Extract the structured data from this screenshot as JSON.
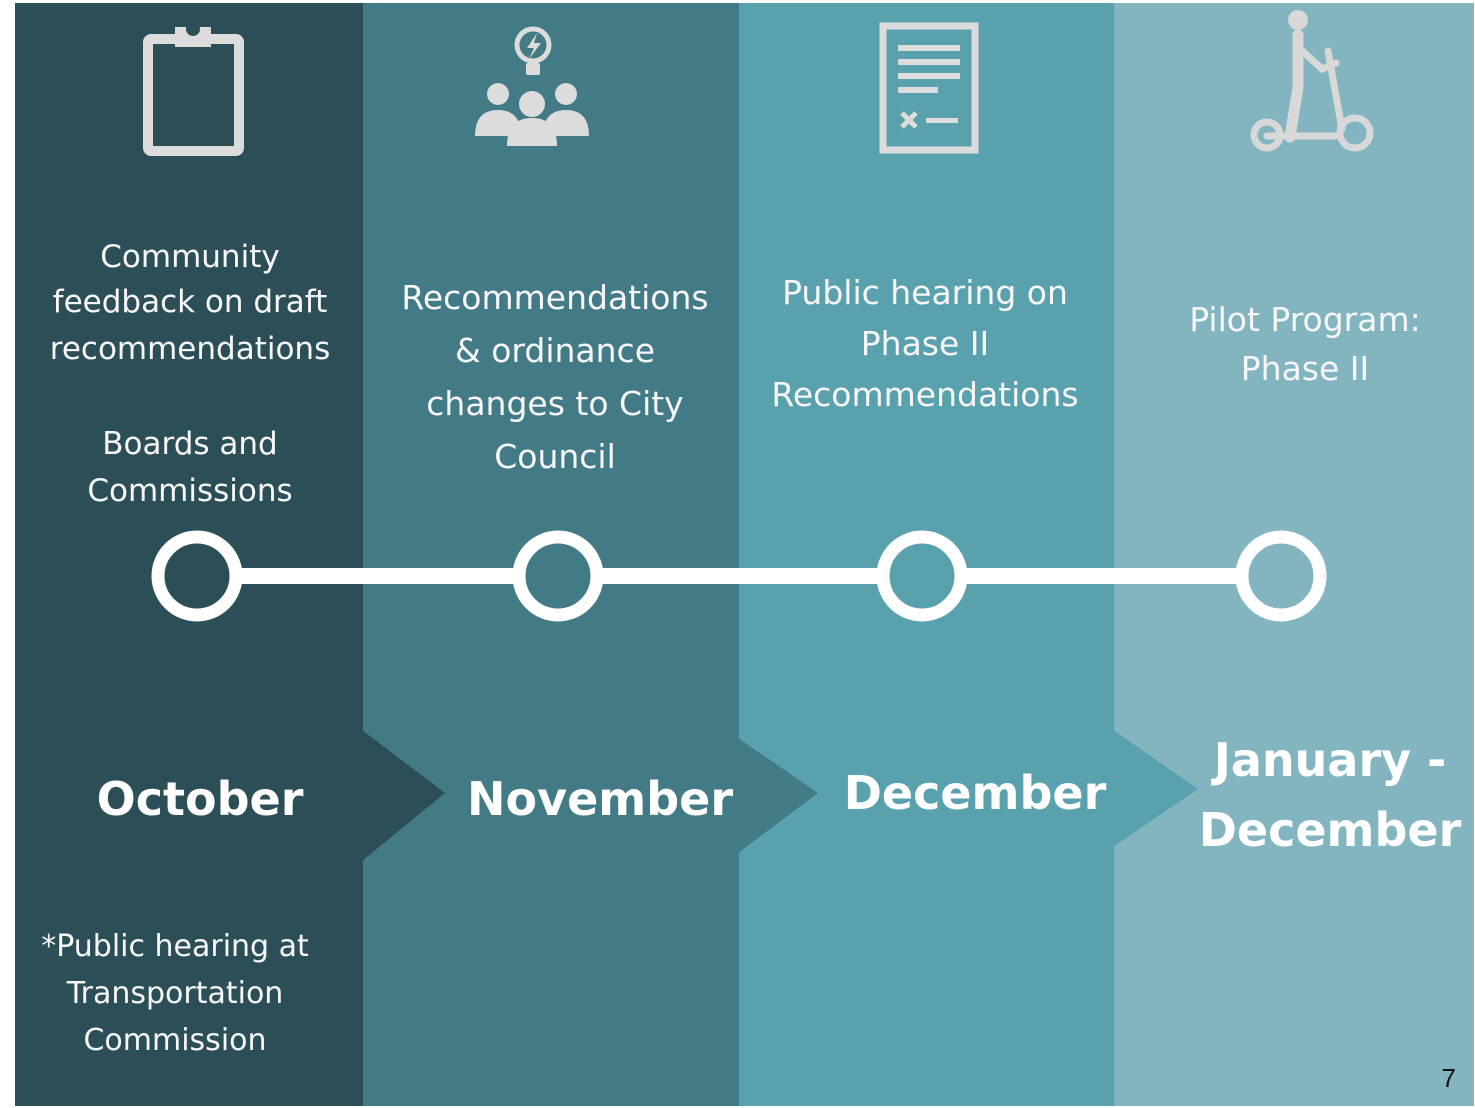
{
  "columns": [
    {
      "description": [
        "Community",
        "feedback on draft",
        "recommendations"
      ],
      "sub_description": [
        "Boards and",
        "Commissions"
      ],
      "month": [
        "October"
      ],
      "note": [
        "*Public hearing at",
        "Transportation",
        "Commission"
      ],
      "icon": "clipboard-icon"
    },
    {
      "description": [
        "Recommendations",
        "& ordinance",
        "changes to City",
        "Council"
      ],
      "month": [
        "November"
      ],
      "icon": "team-idea-icon"
    },
    {
      "description": [
        "Public hearing on",
        "Phase II",
        "Recommendations"
      ],
      "month": [
        "December"
      ],
      "icon": "document-icon"
    },
    {
      "description": [
        "Pilot Program:",
        "Phase II"
      ],
      "month": [
        "January -",
        "December"
      ],
      "icon": "scooter-icon"
    }
  ],
  "page_number": "7",
  "colors": {
    "band_1": "#2c4f57",
    "band_2": "#427a85",
    "band_3": "#5aa1ae",
    "band_4": "#82b5c0",
    "timeline": "#ffffff",
    "icon": "#dcdcdc"
  }
}
